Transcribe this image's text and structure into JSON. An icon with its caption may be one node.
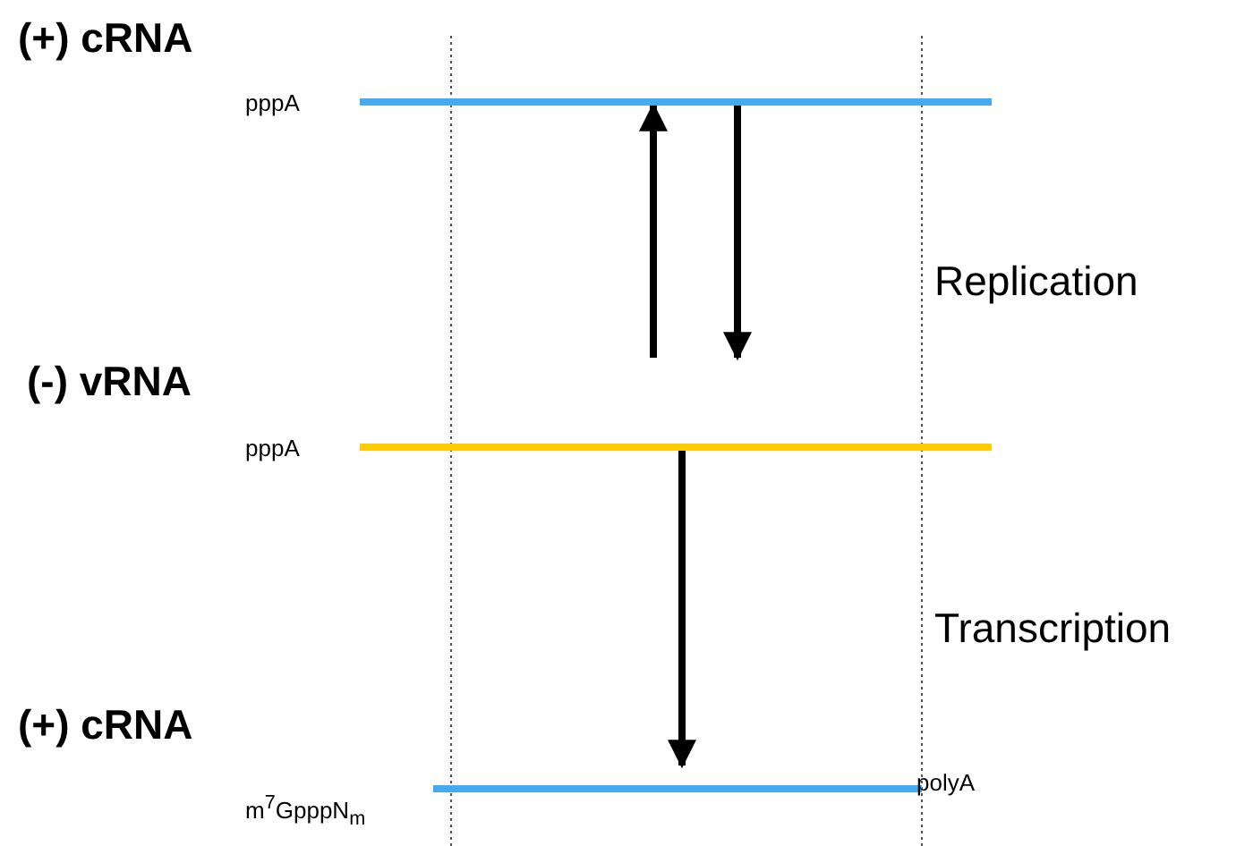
{
  "diagram": {
    "nodes": [
      {
        "text": [
          "(+) cRNA"
        ],
        "beside": [
          "pppA"
        ]
      },
      {
        "text": [
          "(-) vRNA"
        ],
        "beside": [
          "pppA"
        ]
      },
      {
        "text": [],
        "shape": "bar",
        "beside": [
          "m$^{7}$GpppN$_{m}$",
          "polyA"
        ]
      }
    ],
    "edges": [
      {
        "from": 1,
        "to": 0,
        "arrow": "to"
      },
      {
        "from": 0,
        "to": 1,
        "arrow": "to"
      },
      {
        "from": 1,
        "to": 2,
        "arrow": "to"
      }
    ],
    "labels": [
      "Replication",
      "Transcription",
      "(+) cRNA"
    ]
  }
}
